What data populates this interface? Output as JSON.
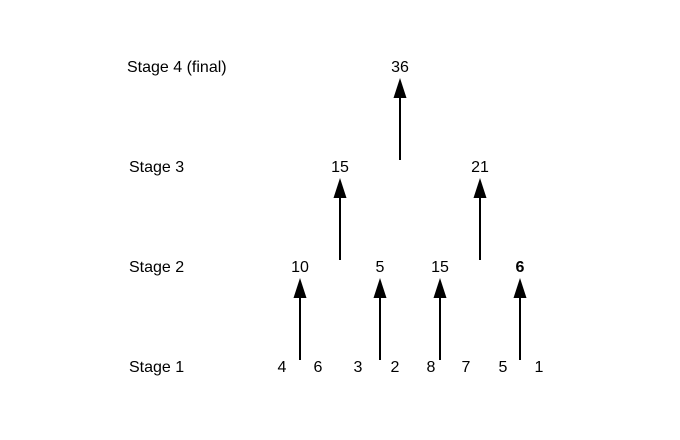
{
  "stages": {
    "s4": "Stage 4 (final)",
    "s3": "Stage 3",
    "s2": "Stage 2",
    "s1": "Stage 1"
  },
  "stage4": {
    "total": "36"
  },
  "stage3": {
    "left": "15",
    "right": "21"
  },
  "stage2": {
    "a": "10",
    "b": "5",
    "c": "15",
    "d": "6",
    "highlighted": "d"
  },
  "stage1": {
    "values": [
      "4",
      "6",
      "3",
      "2",
      "8",
      "7",
      "5",
      "1"
    ]
  }
}
